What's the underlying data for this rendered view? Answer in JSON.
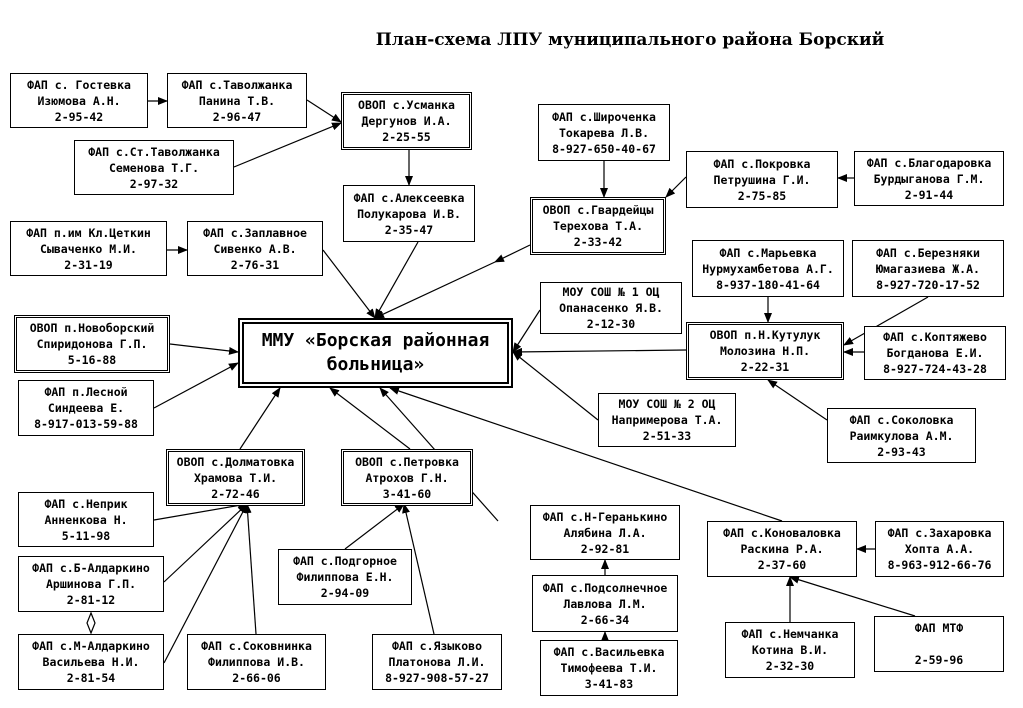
{
  "title": "План-схема ЛПУ муниципального района Борский",
  "nodes": {
    "gostevka": [
      "ФАП с. Гостевка",
      "Изюмова А.Н.",
      "2-95-42"
    ],
    "tavolzhanka": [
      "ФАП с.Таволжанка",
      "Панина Т.В.",
      "2-96-47"
    ],
    "usmanka": [
      "ОВОП с.Усманка",
      "Дергунов И.А.",
      "2-25-55"
    ],
    "st_tavolzhanka": [
      "ФАП с.Ст.Таволжанка",
      "Семенова Т.Г.",
      "2-97-32"
    ],
    "alekseevka": [
      "ФАП с.Алексеевка",
      "Полукарова И.В.",
      "2-35-47"
    ],
    "shirochenka": [
      "ФАП с.Широченка",
      "Токарева Л.В.",
      "8-927-650-40-67"
    ],
    "pokrovka": [
      "ФАП с.Покровка",
      "Петрушина Г.И.",
      "2-75-85"
    ],
    "blagodarovka": [
      "ФАП с.Благодаровка",
      "Бурдыганова Г.М.",
      "2-91-44"
    ],
    "gvardeytsy": [
      "ОВОП с.Гвардейцы",
      "Терехова Т.А.",
      "2-33-42"
    ],
    "tsetkin": [
      "ФАП п.им Кл.Цеткин",
      "Сываченко М.И.",
      "2-31-19"
    ],
    "zaplavnoe": [
      "ФАП с.Заплавное",
      "Сивенко А.В.",
      "2-76-31"
    ],
    "maryevka": [
      "ФАП с.Марьевка",
      "Нурмухамбетова А.Г.",
      "8-937-180-41-64"
    ],
    "bereznyaki": [
      "ФАП с.Березняки",
      "Юмагазиева Ж.А.",
      "8-927-720-17-52"
    ],
    "sosh1": [
      "МОУ СОШ № 1 ОЦ",
      "Опанасенко Я.В.",
      "2-12-30"
    ],
    "novoborskiy": [
      "ОВОП п.Новоборский",
      "Спиридонова Г.П.",
      "5-16-88"
    ],
    "main": [
      "ММУ «Борская районная",
      "больница»"
    ],
    "kutuluk": [
      "ОВОП п.Н.Кутулук",
      "Молозина Н.П.",
      "2-22-31"
    ],
    "koptyazhevo": [
      "ФАП с.Коптяжево",
      "Богданова Е.И.",
      "8-927-724-43-28"
    ],
    "lesnoy": [
      "ФАП п.Лесной",
      "Синдеева Е.",
      "8-917-013-59-88"
    ],
    "sosh2": [
      "МОУ СОШ № 2 ОЦ",
      "Напримерова Т.А.",
      "2-51-33"
    ],
    "sokolovka": [
      "ФАП с.Соколовка",
      "Раимкулова А.М.",
      "2-93-43"
    ],
    "dolmatovka": [
      "ОВОП с.Долматовка",
      "Храмова Т.И.",
      "2-72-46"
    ],
    "petrovka": [
      "ОВОП с.Петровка",
      "Атрохов Г.Н.",
      "3-41-60"
    ],
    "neprik": [
      "ФАП с.Неприк",
      "Анненкова Н.",
      "5-11-98"
    ],
    "n_geranykino": [
      "ФАП с.Н-Геранькино",
      "Алябина Л.А.",
      "2-92-81"
    ],
    "konovalovka": [
      "ФАП с.Коноваловка",
      "Раскина Р.А.",
      "2-37-60"
    ],
    "zakharovka": [
      "ФАП с.Захаровка",
      "Хопта А.А.",
      "8-963-912-66-76"
    ],
    "b_aldarkino": [
      "ФАП с.Б-Алдаркино",
      "Аршинова Г.П.",
      "2-81-12"
    ],
    "podgornoe": [
      "ФАП с.Подгорное",
      "Филиппова Е.Н.",
      "2-94-09"
    ],
    "podsolnechnoe": [
      "ФАП с.Подсолнечное",
      "Лавлова Л.М.",
      "2-66-34"
    ],
    "nemchanka": [
      "ФАП с.Немчанка",
      "Котина В.И.",
      "2-32-30"
    ],
    "mtf": [
      "ФАП МТФ",
      "",
      "2-59-96"
    ],
    "m_aldarkino": [
      "ФАП с.М-Алдаркино",
      "Васильева Н.И.",
      "2-81-54"
    ],
    "sokovninka": [
      "ФАП с.Соковнинка",
      "Филиппова И.В.",
      "2-66-06"
    ],
    "yazykovo": [
      "ФАП с.Языково",
      "Платонова Л.И.",
      "8-927-908-57-27"
    ],
    "vasilevka": [
      "ФАП с.Васильевка",
      "Тимофеева Т.И.",
      "3-41-83"
    ]
  }
}
